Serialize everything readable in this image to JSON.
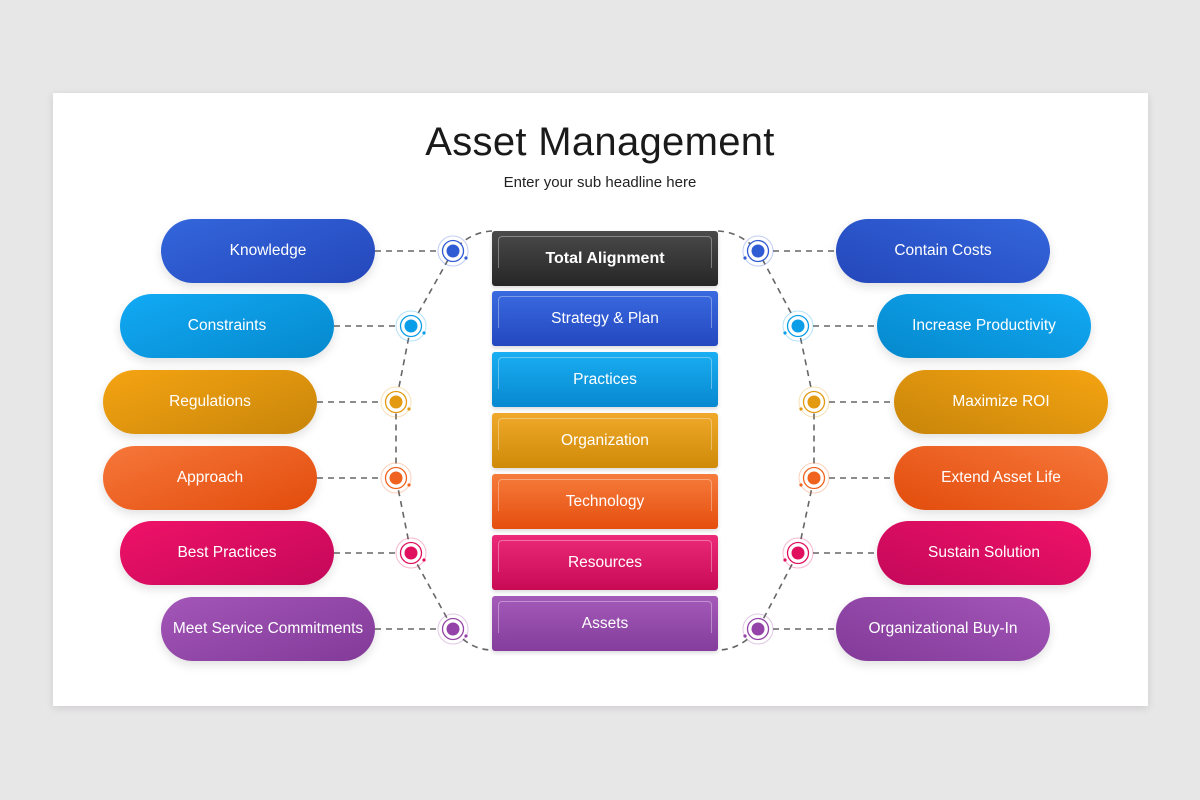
{
  "slide": {
    "title": "Asset Management",
    "subtitle": "Enter your sub headline here"
  },
  "center_stack": [
    {
      "label": "Total Alignment",
      "color": "#3a3a3a"
    },
    {
      "label": "Strategy & Plan",
      "color": "#2f5bd3"
    },
    {
      "label": "Practices",
      "color": "#0a9ee8"
    },
    {
      "label": "Organization",
      "color": "#e39a10"
    },
    {
      "label": "Technology",
      "color": "#f0621f"
    },
    {
      "label": "Resources",
      "color": "#e0105e"
    },
    {
      "label": "Assets",
      "color": "#9444a8"
    }
  ],
  "left_items": [
    {
      "label": "Knowledge",
      "color": "#2f5bd3"
    },
    {
      "label": "Constraints",
      "color": "#0a9ee8"
    },
    {
      "label": "Regulations",
      "color": "#e39a10"
    },
    {
      "label": "Approach",
      "color": "#f0621f"
    },
    {
      "label": "Best Practices",
      "color": "#e0105e"
    },
    {
      "label": "Meet Service Commitments",
      "color": "#9444a8"
    }
  ],
  "right_items": [
    {
      "label": "Contain Costs",
      "color": "#2f5bd3"
    },
    {
      "label": "Increase Productivity",
      "color": "#0a9ee8"
    },
    {
      "label": "Maximize ROI",
      "color": "#e39a10"
    },
    {
      "label": "Extend Asset Life",
      "color": "#f0621f"
    },
    {
      "label": "Sustain Solution",
      "color": "#e0105e"
    },
    {
      "label": "Organizational Buy-In",
      "color": "#9444a8"
    }
  ]
}
